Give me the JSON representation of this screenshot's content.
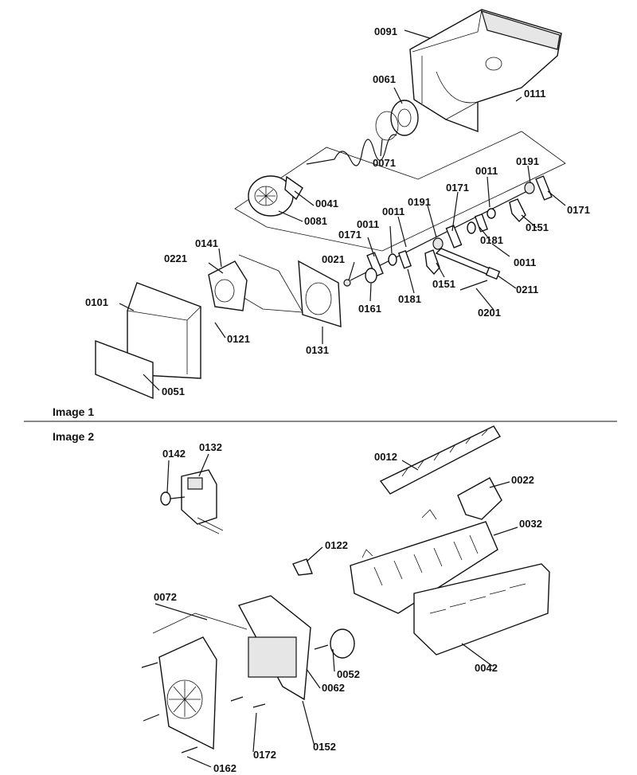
{
  "sections": [
    {
      "caption": "Image 1"
    },
    {
      "caption": "Image 2"
    }
  ],
  "callouts": {
    "c0091": "0091",
    "c0061": "0061",
    "c0111": "0111",
    "c0071": "0071",
    "c0041": "0041",
    "c0081": "0081",
    "c0011a": "0011",
    "c0191a": "0191",
    "c0171a": "0171",
    "c0171b": "0171",
    "c0151a": "0151",
    "c0191b": "0191",
    "c0181a": "0181",
    "c0011b": "0011",
    "c0011c": "0011",
    "c0171c": "0171",
    "c0011d": "0011",
    "c0221": "0221",
    "c0141": "0141",
    "c0021": "0021",
    "c0161": "0161",
    "c0181b": "0181",
    "c0151b": "0151",
    "c0211": "0211",
    "c0101": "0101",
    "c0121": "0121",
    "c0131": "0131",
    "c0201": "0201",
    "c0051": "0051",
    "c0142": "0142",
    "c0132": "0132",
    "c0012": "0012",
    "c0022": "0022",
    "c0032": "0032",
    "c0122": "0122",
    "c0072": "0072",
    "c0052": "0052",
    "c0062": "0062",
    "c0042": "0042",
    "c0172": "0172",
    "c0152": "0152",
    "c0162": "0162"
  }
}
